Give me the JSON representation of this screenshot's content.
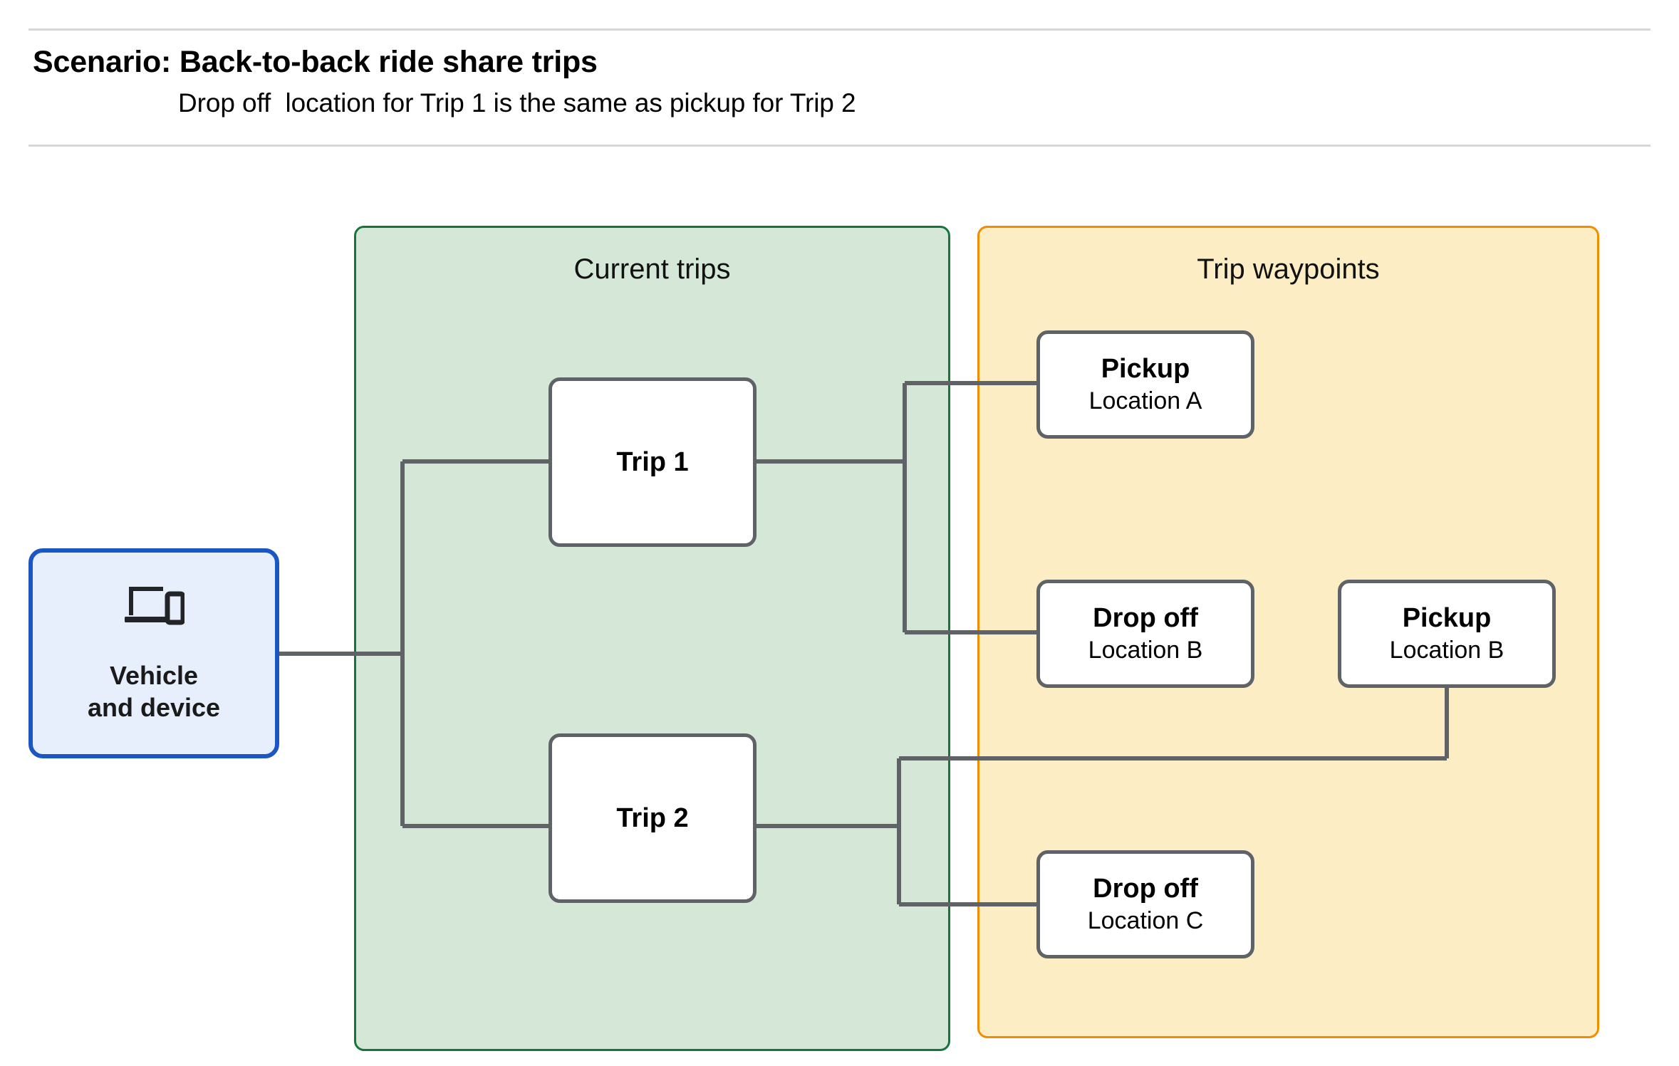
{
  "header": {
    "title": "Scenario: Back-to-back ride share trips",
    "subtitle": "Drop off  location for Trip 1 is the same as pickup for Trip 2"
  },
  "groups": {
    "current_trips": {
      "title": "Current trips",
      "fill": "#d5e8d8",
      "border": "#17753b"
    },
    "trip_waypoints": {
      "title": "Trip waypoints",
      "fill": "#fcedc4",
      "border": "#f28c00"
    }
  },
  "vehicle": {
    "icon": "devices-icon",
    "label": "Vehicle\nand device",
    "fill": "#e8effc",
    "border": "#1a56c4"
  },
  "trips": [
    {
      "label": "Trip 1"
    },
    {
      "label": "Trip 2"
    }
  ],
  "waypoints": [
    {
      "type": "Pickup",
      "location": "Location A"
    },
    {
      "type": "Drop off",
      "location": "Location B"
    },
    {
      "type": "Pickup",
      "location": "Location B"
    },
    {
      "type": "Drop off",
      "location": "Location C"
    }
  ],
  "connector_color": "#5f6368"
}
